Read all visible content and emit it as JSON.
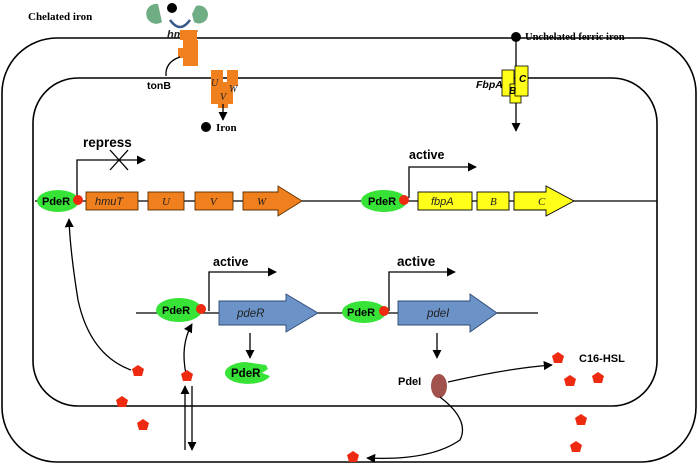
{
  "labels": {
    "chelated_iron": "Chelated iron",
    "hmuT_receptor": "hmuT",
    "tonB": "tonB",
    "hmu_U": "U",
    "hmu_V": "V",
    "hmu_W": "W",
    "iron_released": "Iron",
    "unchelated_iron": "Unchelated ferric iron",
    "fbp_A": "FbpA",
    "fbp_B": "B",
    "fbp_C": "C",
    "repress": "repress",
    "active_fbp": "active",
    "active_pder": "active",
    "active_pdei": "active",
    "pder_protein_1": "PdeR",
    "pder_protein_2": "PdeR",
    "pder_protein_3": "PdeR",
    "pder_protein_4": "PdeR",
    "pder_product": "PdeR",
    "pdei_protein": "PdeI",
    "c16_hsl": "C16-HSL"
  },
  "genes": {
    "hmuT": "hmuT",
    "hmuU": "U",
    "hmuV": "V",
    "hmuW": "W",
    "fbpA": "fbpA",
    "fbpB": "B",
    "fbpC": "C",
    "pdeR": "pdeR",
    "pdeI": "pdeI"
  },
  "colors": {
    "membrane": "#000000",
    "hmu_genes": "#f07f1e",
    "fbp_genes": "#ffff1a",
    "pde_genes": "#6b93c8",
    "pder_protein": "#36e336",
    "signal_molecule": "#ee2a10",
    "pdei_protein": "#a2524c",
    "hmut_receptor_head": "#6fae84"
  }
}
